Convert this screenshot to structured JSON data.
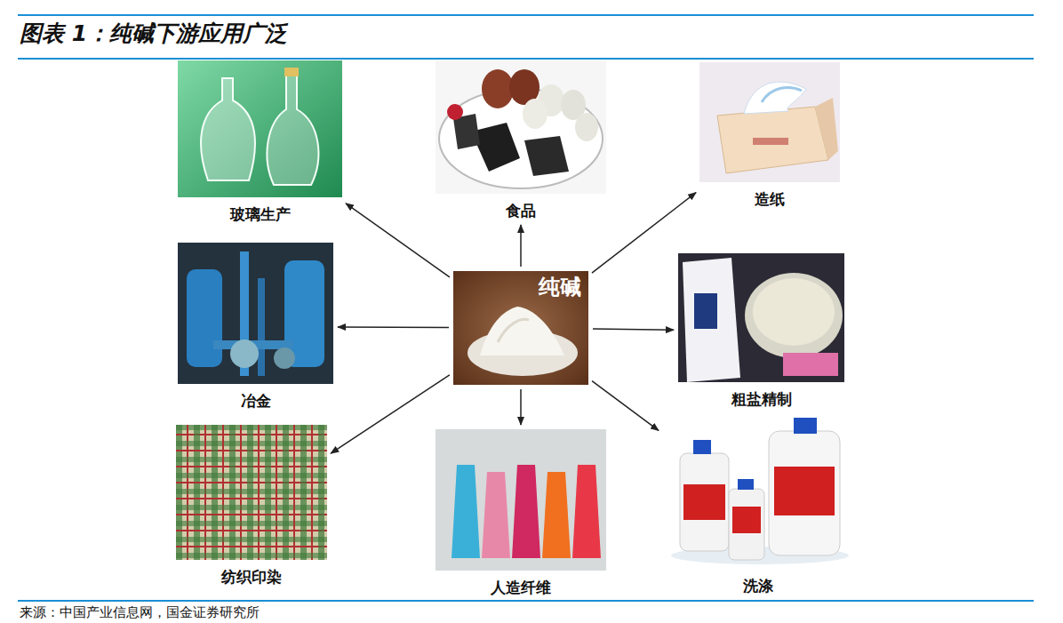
{
  "diagram": {
    "title": "图表 1：纯碱下游应用广泛",
    "caption": "来源：中国产业信息网，国金证券研究所",
    "nodes": [
      {
        "text": [
          "玻璃生产"
        ]
      },
      {
        "text": [
          "食品"
        ]
      },
      {
        "text": [
          "造纸"
        ]
      },
      {
        "text": [
          "冶金"
        ]
      },
      {
        "text": [
          "纯碱"
        ]
      },
      {
        "text": [
          "粗盐精制"
        ]
      },
      {
        "text": [
          "纺织印染"
        ]
      },
      {
        "text": [
          "人造纤维"
        ]
      },
      {
        "text": [
          "洗涤"
        ]
      }
    ],
    "edges": [
      {
        "from": 4,
        "to": 0,
        "arrow": "to"
      },
      {
        "from": 4,
        "to": 1,
        "arrow": "to"
      },
      {
        "from": 4,
        "to": 2,
        "arrow": "to"
      },
      {
        "from": 4,
        "to": 3,
        "arrow": "to"
      },
      {
        "from": 4,
        "to": 5,
        "arrow": "to"
      },
      {
        "from": 4,
        "to": 6,
        "arrow": "to"
      },
      {
        "from": 4,
        "to": 7,
        "arrow": "to"
      },
      {
        "from": 4,
        "to": 8,
        "arrow": "to"
      }
    ]
  }
}
